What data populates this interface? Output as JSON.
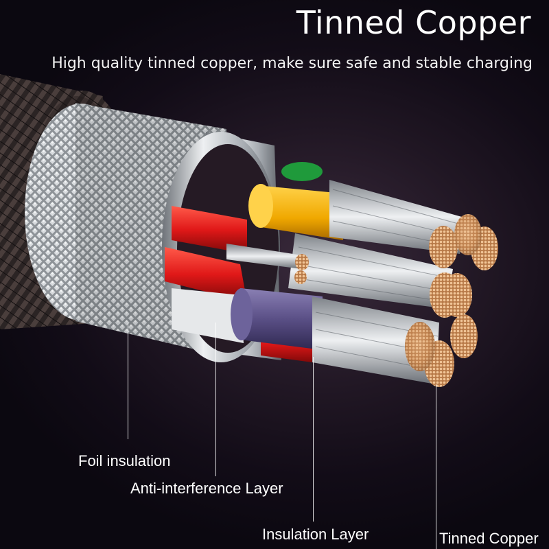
{
  "header": {
    "title": "Tinned Copper",
    "subtitle": "High quality tinned copper, make sure safe and stable charging"
  },
  "illustration": {
    "subject": "cable-cross-section",
    "colors": {
      "braid": "#2a2323",
      "foil": "#c9ccd0",
      "shield": "#b9bdc4",
      "wire_yellow": "#f0b500",
      "wire_red": "#e01818",
      "wire_purple": "#5a4f86",
      "wire_green": "#1f9a3b",
      "copper": "#c98a55"
    }
  },
  "callouts": [
    {
      "label": "Foil insulation"
    },
    {
      "label": "Anti-interference Layer"
    },
    {
      "label": "Insulation Layer"
    },
    {
      "label": "Tinned Copper"
    }
  ]
}
